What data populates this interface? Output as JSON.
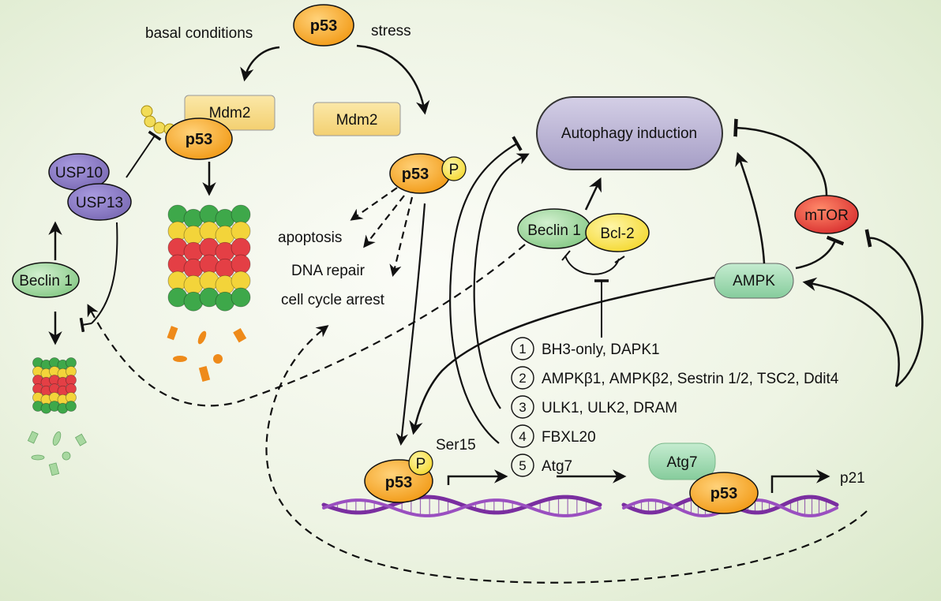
{
  "top": {
    "p53": "p53",
    "basal": "basal conditions",
    "stress": "stress"
  },
  "left": {
    "mdm2_bound": "Mdm2",
    "p53_ub": "p53",
    "usp10": "USP10",
    "usp13": "USP13",
    "beclin": "Beclin 1"
  },
  "middle": {
    "mdm2_free": "Mdm2",
    "p53_p": "p53",
    "p_mark": "P",
    "outcomes": [
      "apoptosis",
      "DNA repair",
      "cell cycle arrest"
    ]
  },
  "right": {
    "autophagy": "Autophagy induction",
    "beclin": "Beclin 1",
    "bcl2": "Bcl-2",
    "mtor": "mTOR",
    "ampk": "AMPK"
  },
  "targets": [
    {
      "num": "1",
      "text": "BH3-only, DAPK1"
    },
    {
      "num": "2",
      "text": "AMPKβ1, AMPKβ2, Sestrin 1/2, TSC2, Ddit4"
    },
    {
      "num": "3",
      "text": "ULK1, ULK2, DRAM"
    },
    {
      "num": "4",
      "text": "FBXL20"
    },
    {
      "num": "5",
      "text": "Atg7"
    }
  ],
  "bottom": {
    "p53_dna": "p53",
    "p_mark": "P",
    "ser15": "Ser15",
    "atg7": "Atg7",
    "p53_atg7": "p53",
    "p21": "p21"
  },
  "colors": {
    "p53": "#f5a623",
    "mdm2": "#f8dc8a",
    "usp": "#8b7ec0",
    "beclin": "#a8d8a8",
    "bcl2": "#f8e25a",
    "mtor": "#e84a3a",
    "ampk": "#9fdcb0",
    "autophagy": "#b9b2d2",
    "dna": "#7a2ea0",
    "proteasome_green": "#3ea84a",
    "proteasome_yellow": "#f3d43a",
    "proteasome_red": "#e43f45"
  }
}
